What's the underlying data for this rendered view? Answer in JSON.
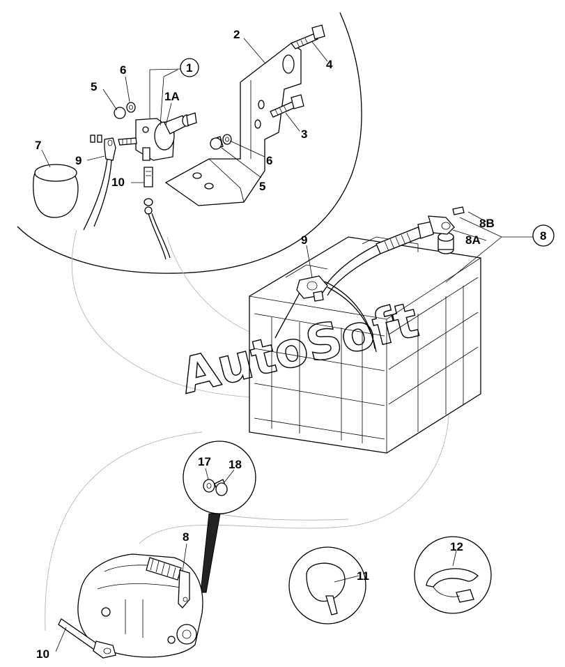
{
  "watermark": {
    "text": "AutoSoft"
  },
  "callouts": {
    "c1": "1",
    "c1a": "1A",
    "c2": "2",
    "c3": "3",
    "c4": "4",
    "c5a": "5",
    "c5b": "5",
    "c6a": "6",
    "c6b": "6",
    "c7": "7",
    "c8": "8",
    "c8a": "8A",
    "c8b": "8B",
    "c8c": "8",
    "c9a": "9",
    "c9b": "9",
    "c10a": "10",
    "c10b": "10",
    "c11": "11",
    "c12": "12",
    "c17": "17",
    "c18": "18"
  }
}
